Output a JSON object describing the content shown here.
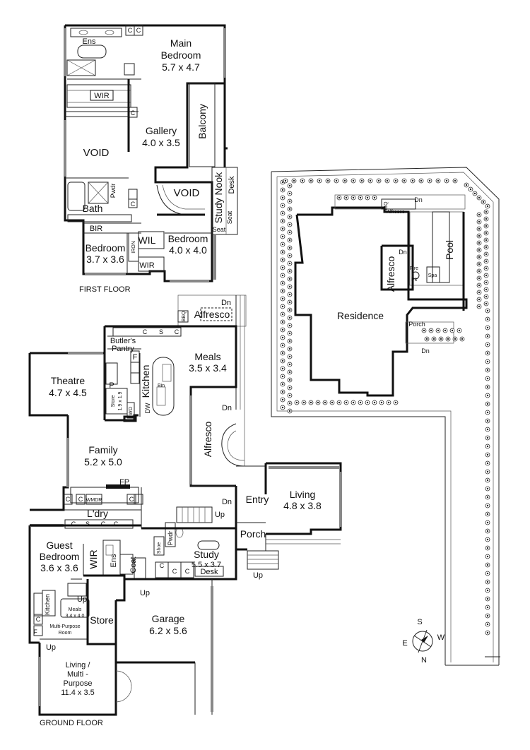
{
  "floors": {
    "first_floor": "FIRST FLOOR",
    "ground_floor": "GROUND FLOOR"
  },
  "first_floor_rooms": {
    "ens": "Ens",
    "main_bedroom": "Main",
    "main_bedroom_2": "Bedroom",
    "main_bedroom_size": "5.7 x 4.7",
    "wir": "WIR",
    "gallery": "Gallery",
    "gallery_size": "4.0 x 3.5",
    "balcony": "Balcony",
    "void_1": "VOID",
    "void_2": "VOID",
    "study_nook": "Study Nook",
    "desk": "Desk",
    "seat": "Seat",
    "seat_2": "Seat",
    "pwdr": "Pwdr",
    "bath": "Bath",
    "bir": "BIR",
    "bedroom_a": "Bedroom",
    "bedroom_a_size": "3.7 x 3.6",
    "iron": "IRON",
    "wil": "WIL",
    "wir_2": "WIR",
    "bedroom_b": "Bedroom",
    "bedroom_b_size": "4.0 x 4.0",
    "c": "C"
  },
  "ground_floor_rooms": {
    "alfresco_top": "Alfresco",
    "bbq": "BBQ",
    "dn": "Dn",
    "butlers": "Butler's",
    "pantry": "Pantry",
    "meals": "Meals",
    "meals_size": "3.5 x 3.4",
    "theatre": "Theatre",
    "theatre_size": "4.7 x 4.5",
    "kitchen": "Kitchen",
    "bin": "Bin",
    "dw": "DW",
    "store_small": "Store",
    "store_small_size": "1.9 x 1.9",
    "wo": "WO",
    "f": "F",
    "p": "P",
    "s": "S",
    "alfresco_side": "Alfresco",
    "family": "Family",
    "family_size": "5.2 x 5.0",
    "fp": "FP",
    "wmdr": "WMDR",
    "ldry": "L'dry",
    "entry": "Entry",
    "living": "Living",
    "living_size": "4.8 x 3.8",
    "porch": "Porch",
    "up": "Up",
    "guest_bedroom": "Guest",
    "guest_bedroom_2": "Bedroom",
    "guest_bedroom_size": "3.6 x 3.6",
    "wir": "WIR",
    "ens": "Ens",
    "coat": "Coat",
    "shoe": "Shoe",
    "pwdr": "Pwdr",
    "study": "Study",
    "study_size": "5.5 x 3.7",
    "desk": "Desk",
    "kitchen_small": "Kitchen",
    "meals_small": "Meals",
    "meals_small_size": "3.4 x 4.0",
    "multi_purpose_room": "Multi-Purpose",
    "multi_purpose_room_2": "Room",
    "store": "Store",
    "garage": "Garage",
    "garage_size": "6.2 x 5.6",
    "living_multi": "Living /",
    "living_multi_2": "Multi -",
    "living_multi_3": "Purpose",
    "living_multi_size": "11.4 x 3.5",
    "c": "C"
  },
  "site_plan": {
    "residence": "Residence",
    "alfresco_vertical": "Alfresco",
    "alfresco_small": "Alfresco",
    "pool": "Pool",
    "spa": "Spa",
    "fire_pit": "Fire",
    "fire_pit_2": "Pit",
    "porch": "Porch",
    "dn": "Dn",
    "bbq": "BBQ"
  },
  "compass": {
    "s": "S",
    "e": "E",
    "w": "W",
    "n": "N"
  }
}
